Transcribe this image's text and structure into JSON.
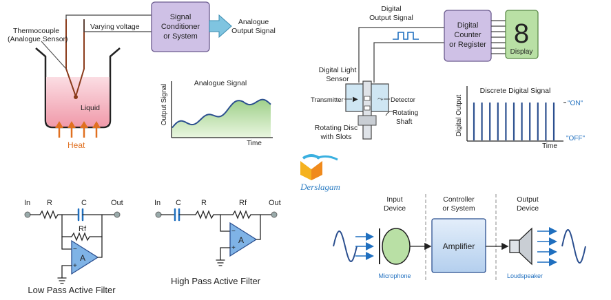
{
  "analogue": {
    "thermocouple_label_1": "Thermocouple",
    "thermocouple_label_2": "(Analogue Sensor)",
    "varying_voltage": "Varying voltage",
    "liquid": "Liquid",
    "heat": "Heat",
    "signal_box_1": "Signal",
    "signal_box_2": "Conditioner",
    "signal_box_3": "or System",
    "output_1": "Analogue",
    "output_2": "Output Signal",
    "chart_title": "Analogue Signal",
    "chart_ylabel": "Output Signal",
    "chart_xlabel": "Time"
  },
  "digital": {
    "output_1": "Digital",
    "output_2": "Output Signal",
    "counter_1": "Digital",
    "counter_2": "Counter",
    "counter_3": "or Register",
    "display_digit": "8",
    "display_label": "Display",
    "sensor_1": "Digital Light",
    "sensor_2": "Sensor",
    "transmitter": "Transmitter",
    "detector": "Detector",
    "rotating_1": "Rotating",
    "rotating_2": "Shaft",
    "disc_1": "Rotating Disc",
    "disc_2": "with Slots",
    "chart_title": "Discrete Digital Signal",
    "chart_ylabel": "Digital Output",
    "chart_xlabel": "Time",
    "on_label": "\"ON\"",
    "off_label": "\"OFF\""
  },
  "logo": {
    "text": "Derslagam"
  },
  "low_pass": {
    "in": "In",
    "r": "R",
    "c": "C",
    "rf": "Rf",
    "out": "Out",
    "amp": "A",
    "caption": "Low Pass Active Filter"
  },
  "high_pass": {
    "in": "In",
    "c": "C",
    "r": "R",
    "rf": "Rf",
    "out": "Out",
    "amp": "A",
    "caption": "High Pass Active Filter"
  },
  "audio": {
    "input_1": "Input",
    "input_2": "Device",
    "controller_1": "Controller",
    "controller_2": "or System",
    "output_1": "Output",
    "output_2": "Device",
    "amplifier": "Amplifier",
    "microphone": "Microphone",
    "loudspeaker": "Loudspeaker"
  },
  "colors": {
    "box_fill": "#cfc1e6",
    "box_stroke": "#6a5a8e",
    "arrow_fill": "#7fc4e0",
    "display_fill": "#b9e0a5",
    "liquid_fill": "#f4b9c4",
    "heat_color": "#e07020",
    "mic_fill": "#b9e0a5",
    "amp_fill": "#c5dbf2",
    "opamp_fill": "#7fb3e6",
    "wave_color": "#2b4f8f",
    "digital_pulse": "#2b4f8f"
  }
}
